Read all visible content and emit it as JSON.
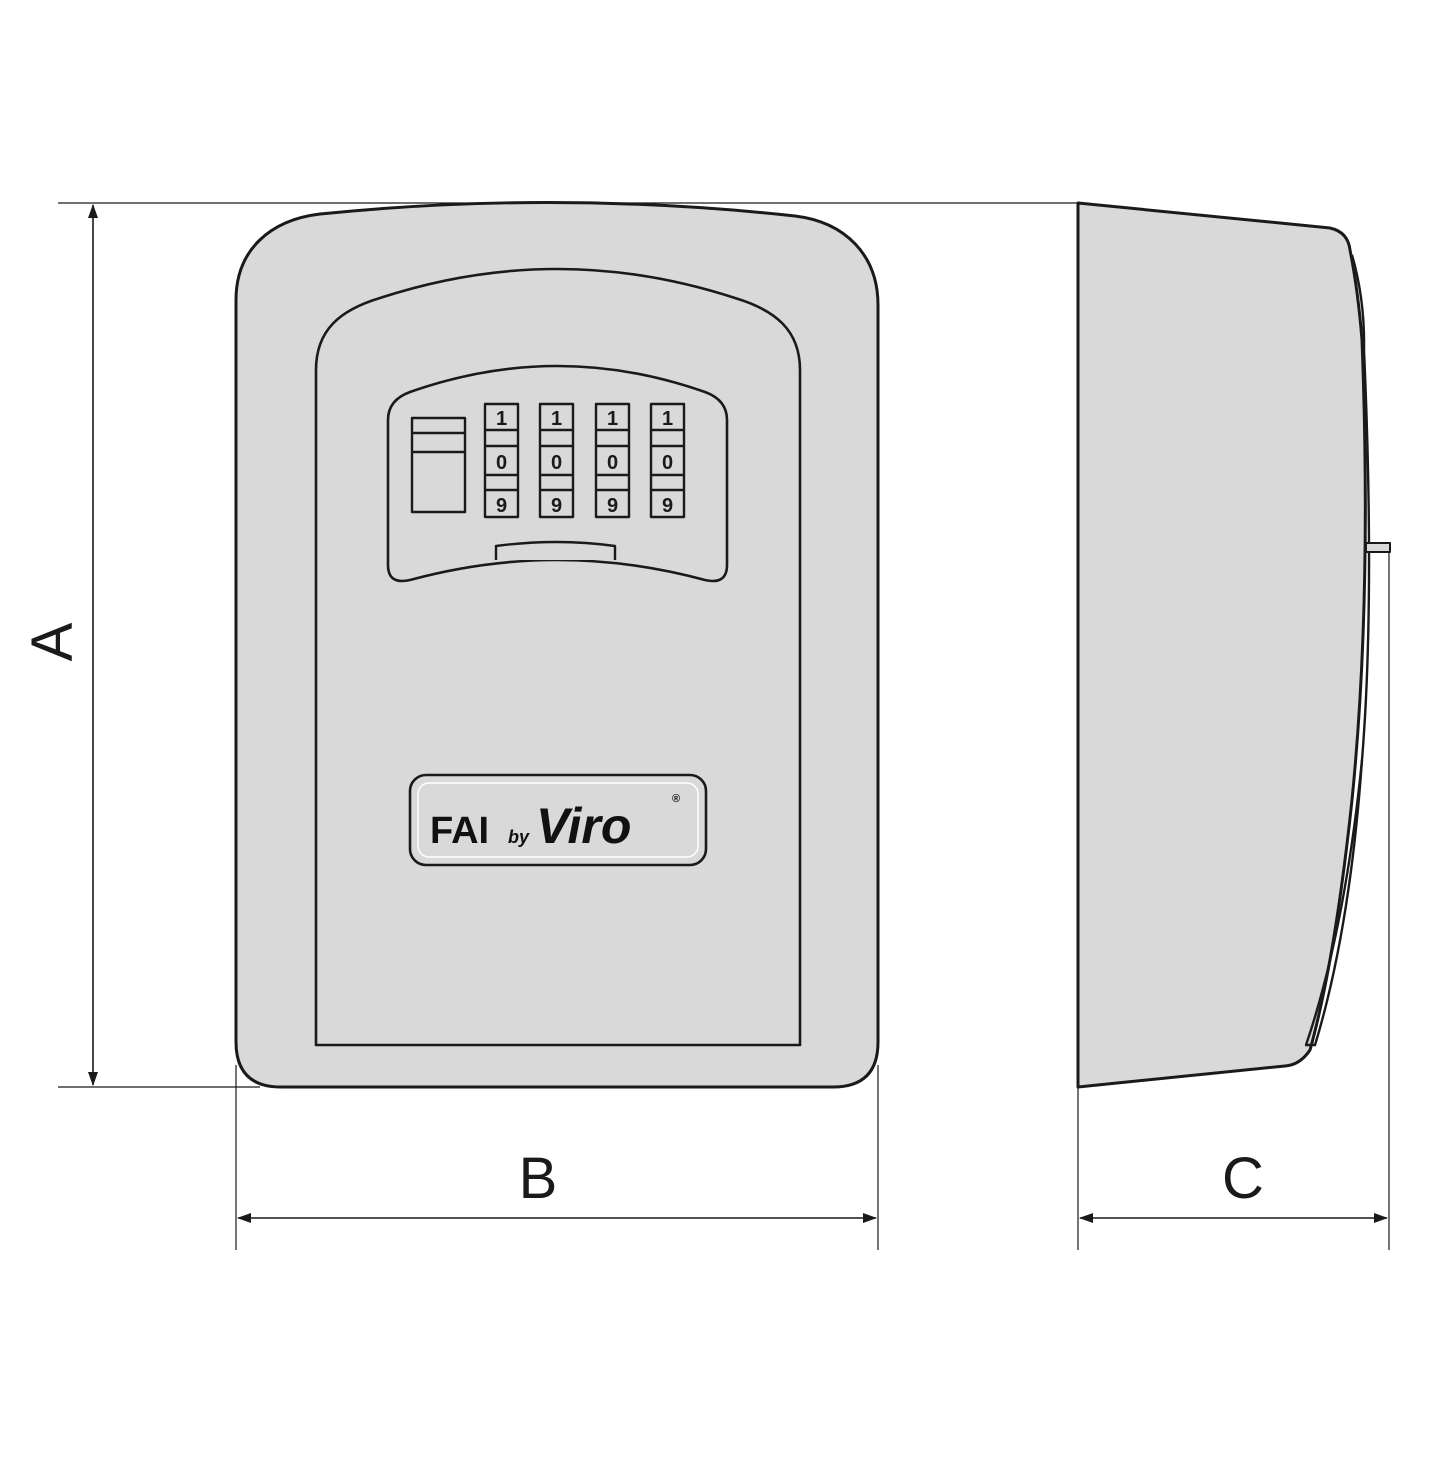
{
  "dimensions": {
    "height_label": "A",
    "width_label": "B",
    "depth_label": "C"
  },
  "dials": [
    {
      "top": "1",
      "middle": "0",
      "bottom": "9"
    },
    {
      "top": "1",
      "middle": "0",
      "bottom": "9"
    },
    {
      "top": "1",
      "middle": "0",
      "bottom": "9"
    },
    {
      "top": "1",
      "middle": "0",
      "bottom": "9"
    }
  ],
  "logo": {
    "brand": "FAI",
    "by": "by",
    "maker": "Viro",
    "mark": "®"
  },
  "colors": {
    "body_fill": "#d9d9d9",
    "line": "#1a1a1a"
  }
}
